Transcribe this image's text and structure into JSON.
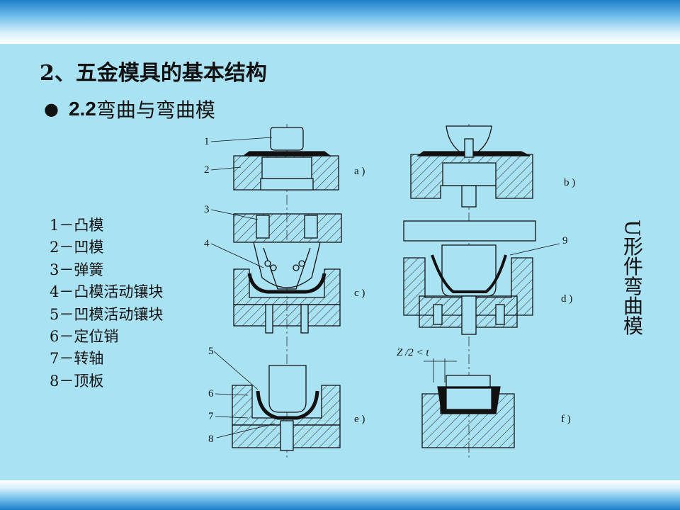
{
  "slide": {
    "heading": "2、五金模具的基本结构",
    "subheading_number": "2.2",
    "subheading_text": "弯曲与弯曲模",
    "legend": [
      "1－凸模",
      "2－凹模",
      "3－弹簧",
      "4－凸模活动镶块",
      "5－凹模活动镶块",
      "6－定位销",
      "7－转轴",
      "8－顶板"
    ],
    "side_title": "U形件弯曲模"
  },
  "diagram": {
    "panels": [
      "a )",
      "b )",
      "c )",
      "d )",
      "e )",
      "f )"
    ],
    "part_numbers": [
      "1",
      "2",
      "3",
      "4",
      "5",
      "6",
      "7",
      "8",
      "9"
    ],
    "clearance_note": "Z /2 < t"
  }
}
